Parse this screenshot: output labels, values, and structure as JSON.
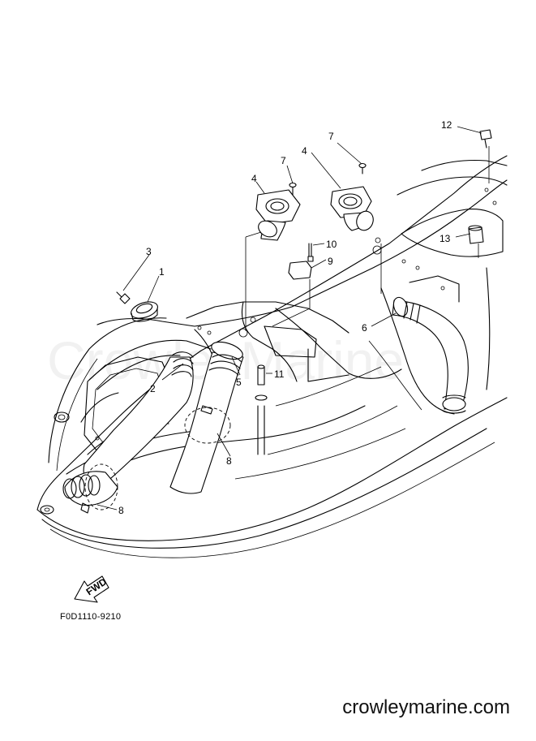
{
  "diagram": {
    "code": "F0D1110-9210",
    "watermark": "CrowleyMarine",
    "site": "crowleymarine.com",
    "fwd_label": "FWD",
    "callouts": [
      {
        "id": "c1",
        "text": "1"
      },
      {
        "id": "c2",
        "text": "2"
      },
      {
        "id": "c3",
        "text": "3"
      },
      {
        "id": "c4a",
        "text": "4"
      },
      {
        "id": "c4b",
        "text": "4"
      },
      {
        "id": "c5",
        "text": "5"
      },
      {
        "id": "c6",
        "text": "6"
      },
      {
        "id": "c7a",
        "text": "7"
      },
      {
        "id": "c7b",
        "text": "7"
      },
      {
        "id": "c8a",
        "text": "8"
      },
      {
        "id": "c8b",
        "text": "8"
      },
      {
        "id": "c9",
        "text": "9"
      },
      {
        "id": "c10",
        "text": "10"
      },
      {
        "id": "c11",
        "text": "11"
      },
      {
        "id": "c12",
        "text": "12"
      },
      {
        "id": "c13",
        "text": "13"
      }
    ]
  }
}
